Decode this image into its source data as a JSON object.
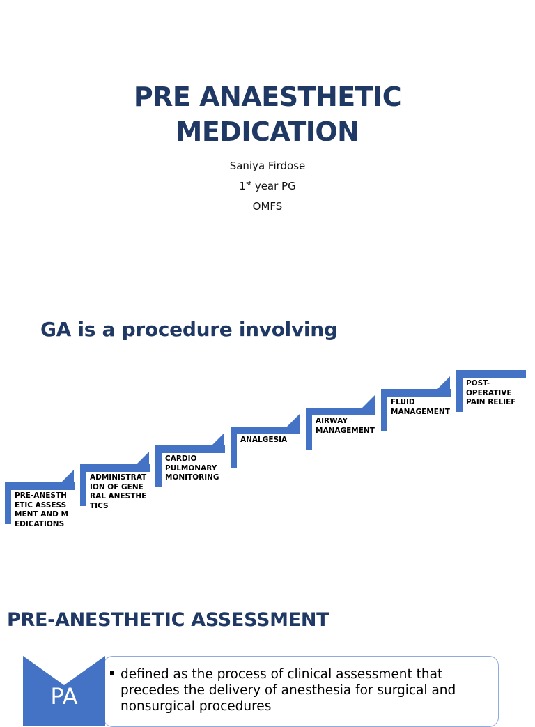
{
  "slide1": {
    "title_line1": "PRE ANAESTHETIC",
    "title_line2": "MEDICATION",
    "author": "Saniya Firdose",
    "year_num": "1",
    "year_sup": "st",
    "year_rest": " year PG",
    "dept": "OMFS"
  },
  "slide2": {
    "title": "GA is a procedure involving",
    "steps": [
      {
        "label": "PRE-ANESTHETIC ASSESSMENT AND MEDICATIONS"
      },
      {
        "label": "ADMINISTRATION OF GENERAL ANESTHETICS"
      },
      {
        "label": "CARDIO PULMONARY MONITORING"
      },
      {
        "label": "ANALGESIA"
      },
      {
        "label": "AIRWAY MANAGEMENT"
      },
      {
        "label": "FLUID MANAGEMENT"
      },
      {
        "label": "POST-OPERATIVE PAIN RELIEF"
      }
    ],
    "accent_color": "#4472c4"
  },
  "slide3": {
    "title": "PRE-ANESTHETIC ASSESSMENT",
    "badge": "PA",
    "bullet": "defined as the process of clinical assessment that precedes the delivery of anesthesia for surgical and nonsurgical procedures"
  },
  "colors": {
    "title": "#1f3864",
    "accent": "#4472c4",
    "box_border": "#8faadc"
  }
}
